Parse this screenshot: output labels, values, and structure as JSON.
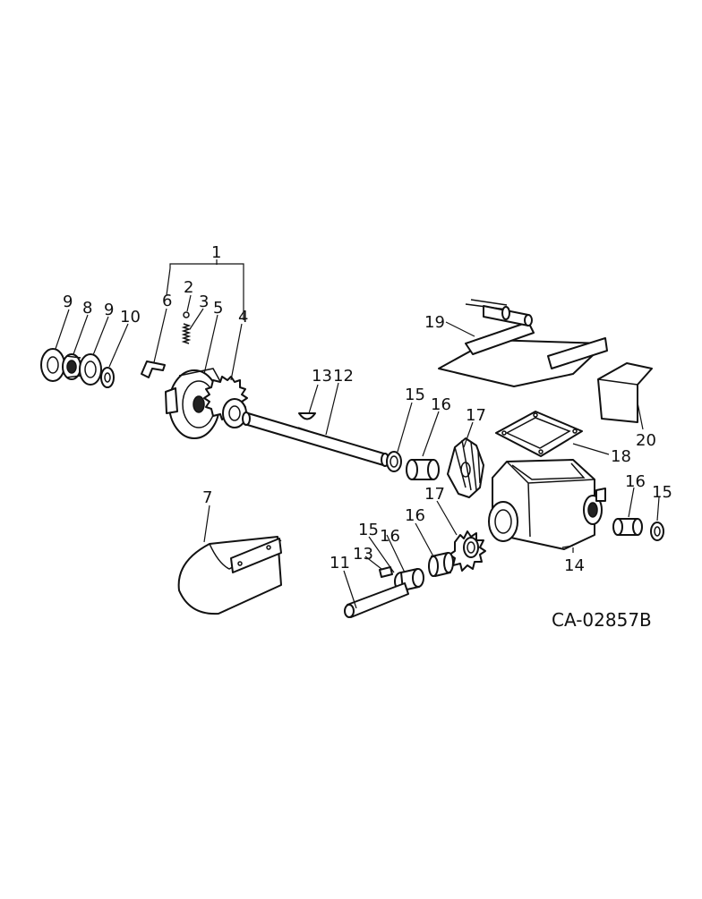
{
  "drawing_code": "CA-02857B",
  "callouts": {
    "c1": "1",
    "c2": "2",
    "c3": "3",
    "c4": "4",
    "c5": "5",
    "c6": "6",
    "c7": "7",
    "c8": "8",
    "c9a": "9",
    "c9b": "9",
    "c10": "10",
    "c11": "11",
    "c12": "12",
    "c13a": "13",
    "c13b": "13",
    "c14": "14",
    "c15a": "15",
    "c15b": "15",
    "c15c": "15",
    "c16a": "16",
    "c16b": "16",
    "c16c": "16",
    "c16d": "16",
    "c17a": "17",
    "c17b": "17",
    "c18": "18",
    "c19": "19",
    "c20": "20"
  }
}
